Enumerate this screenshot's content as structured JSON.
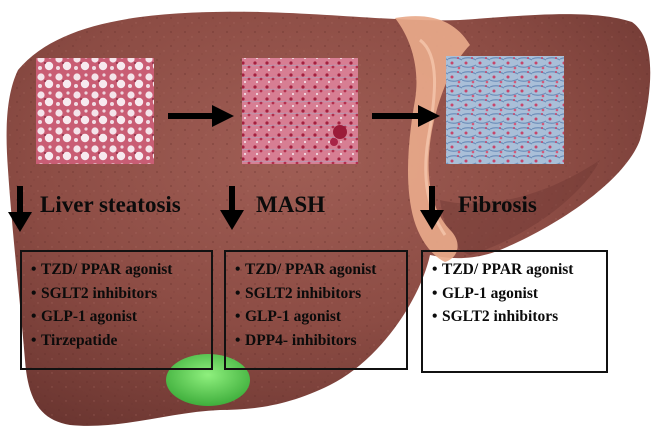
{
  "stages": [
    {
      "label": "Liver steatosis",
      "drugs": [
        "TZD/ PPAR agonist",
        "SGLT2 inhibitors",
        "GLP-1 agonist",
        "Tirzepatide"
      ]
    },
    {
      "label": "MASH",
      "drugs": [
        "TZD/ PPAR agonist",
        "SGLT2 inhibitors",
        "GLP-1 agonist",
        "DPP4- inhibitors"
      ]
    },
    {
      "label": "Fibrosis",
      "drugs": [
        "TZD/ PPAR agonist",
        "GLP-1 agonist",
        "SGLT2 inhibitors"
      ]
    }
  ],
  "bullet_char": "•",
  "colors": {
    "liver": "#8f4f47",
    "liver_dark": "#6e3832",
    "ligament": "#e8a98a",
    "gallbladder": "#5fd35a",
    "text": "#0b0b0b",
    "box_border": "#111111"
  }
}
